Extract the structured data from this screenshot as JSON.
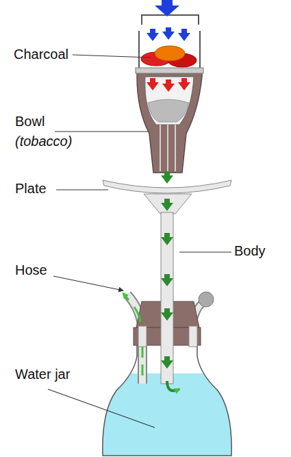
{
  "diagram": {
    "labels": [
      "Charcoal",
      "Bowl",
      "(tobacco)",
      "Plate",
      "Body",
      "Hose",
      "Water jar"
    ]
  }
}
